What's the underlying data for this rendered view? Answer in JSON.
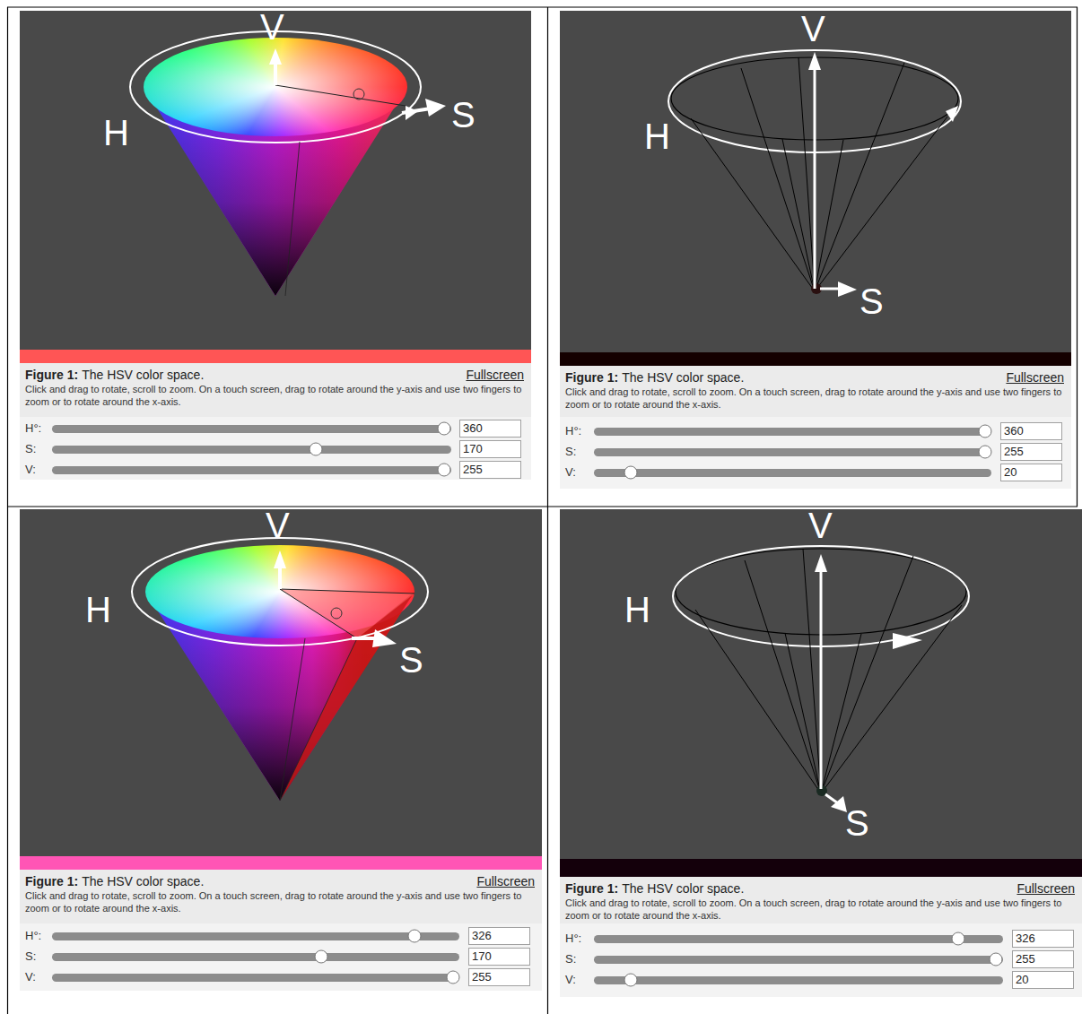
{
  "diagram": {
    "labels": [
      "V",
      "H",
      "S",
      "Figure 1:",
      "The HSV color space.",
      "Fullscreen",
      "Click and drag to rotate, scroll to zoom. On a touch screen, drag to rotate around the y-axis and use two fingers to zoom or to rotate around the x-axis.",
      "H°:",
      "360",
      "S:",
      "170",
      "V:",
      "255",
      "V",
      "H",
      "S",
      "Figure 1:",
      "The HSV color space.",
      "Fullscreen",
      "Click and drag to rotate, scroll to zoom. On a touch screen, drag to rotate around the y-axis and use two fingers to zoom or to rotate around the x-axis.",
      "H°:",
      "360",
      "S:",
      "255",
      "V:",
      "20",
      "V",
      "H",
      "S",
      "Figure 1:",
      "The HSV color space.",
      "Fullscreen",
      "Click and drag to rotate, scroll to zoom. On a touch screen, drag to rotate around the y-axis and use two fingers to zoom or to rotate around the x-axis.",
      "H°:",
      "326",
      "S:",
      "170",
      "V:",
      "255",
      "V",
      "H",
      "S",
      "Figure 1:",
      "The HSV color space.",
      "Fullscreen",
      "Click and drag to rotate, scroll to zoom. On a touch screen, drag to rotate around the y-axis and use two fingers to zoom or to rotate around the x-axis.",
      "H°:",
      "326",
      "S:",
      "255",
      "V:",
      "20"
    ]
  }
}
